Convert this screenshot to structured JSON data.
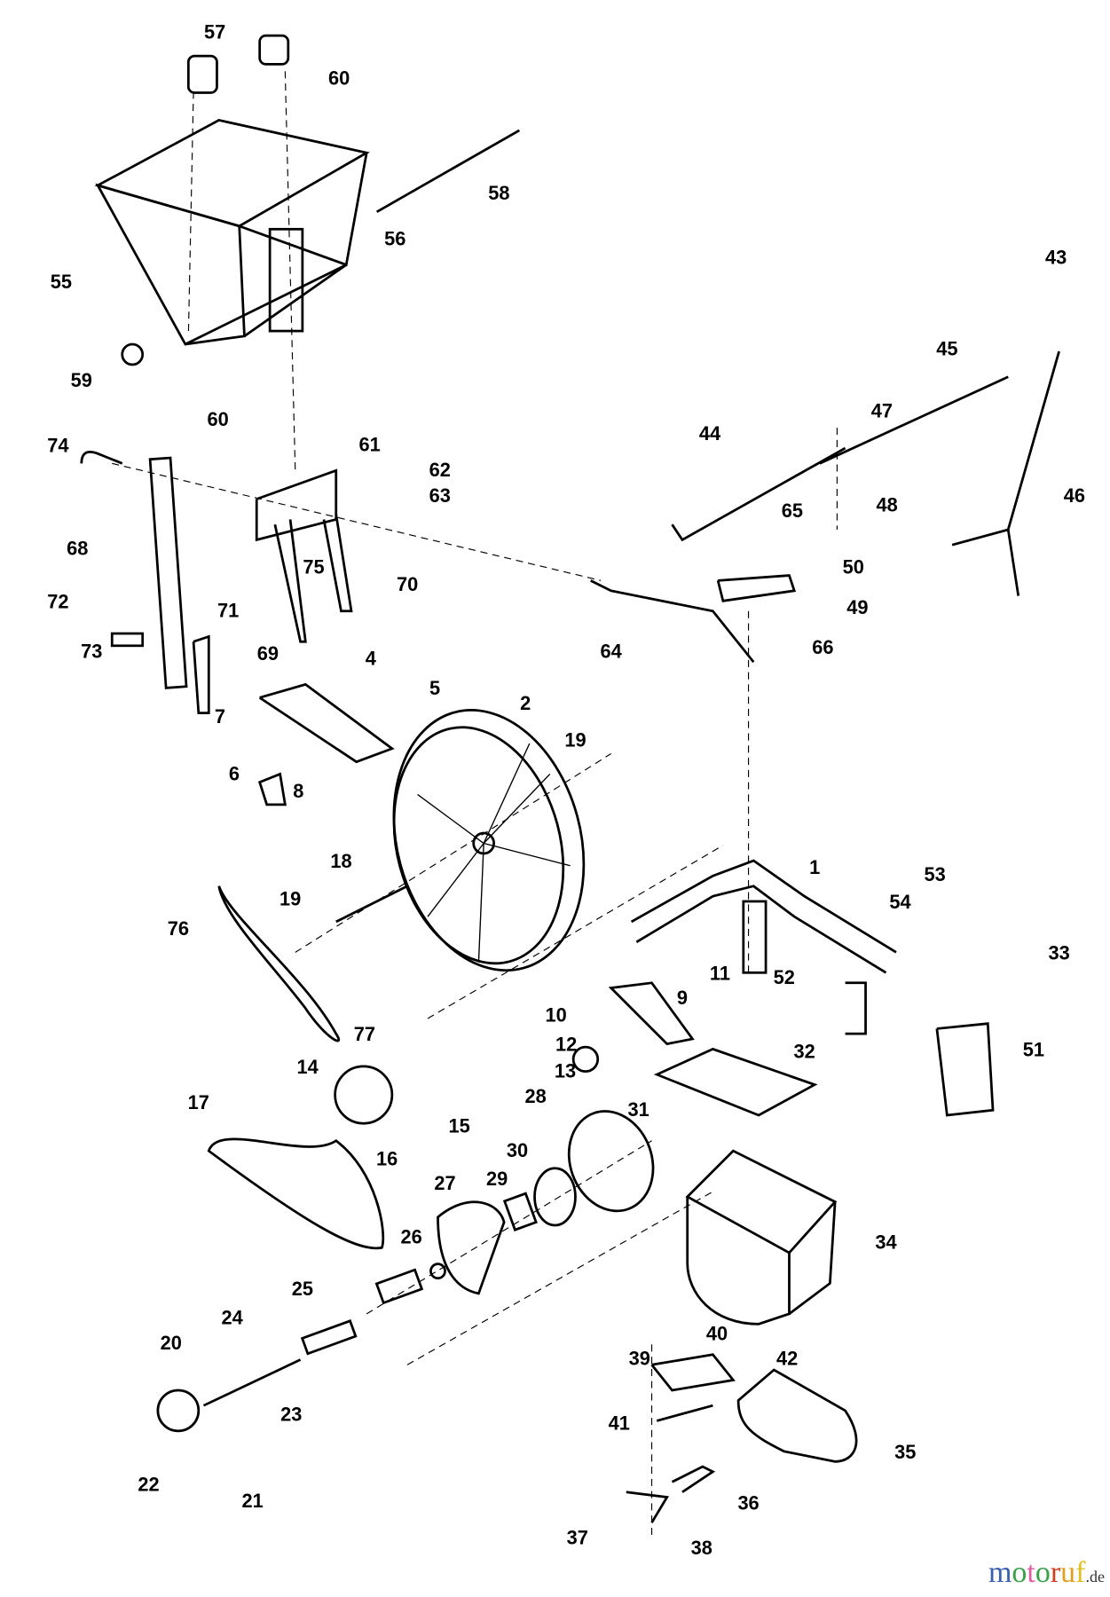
{
  "diagram": {
    "type": "exploded-parts-diagram",
    "part_labels": [
      "57",
      "60",
      "58",
      "56",
      "55",
      "59",
      "60",
      "43",
      "45",
      "47",
      "44",
      "46",
      "48",
      "61",
      "62",
      "63",
      "74",
      "68",
      "65",
      "50",
      "75",
      "70",
      "49",
      "72",
      "71",
      "73",
      "66",
      "64",
      "69",
      "4",
      "5",
      "7",
      "2",
      "19",
      "6",
      "8",
      "53",
      "1",
      "18",
      "54",
      "19",
      "76",
      "33",
      "11",
      "52",
      "9",
      "10",
      "51",
      "77",
      "12",
      "32",
      "14",
      "13",
      "28",
      "31",
      "17",
      "15",
      "16",
      "30",
      "29",
      "27",
      "34",
      "26",
      "25",
      "24",
      "20",
      "40",
      "39",
      "42",
      "23",
      "41",
      "35",
      "22",
      "21",
      "36",
      "37",
      "38"
    ]
  },
  "watermark": {
    "brand": "motoruf",
    "tld": ".de",
    "letter_colors": [
      "#3a5fb0",
      "#3aa04a",
      "#e05aa0",
      "#3aa04a",
      "#d04020",
      "#e0a020",
      "#e0c020"
    ]
  }
}
